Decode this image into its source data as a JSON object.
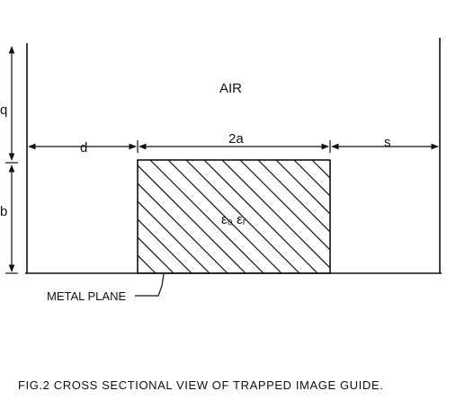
{
  "diagram": {
    "region_label": "AIR",
    "dielectric_label": "ε₀ εᵣ",
    "dim_left_gap": "d",
    "dim_slab_width": "2a",
    "dim_right_gap": "s",
    "dim_top_height": "q",
    "dim_slab_height": "b",
    "ground_label": "METAL PLANE"
  },
  "caption": "FIG.2 CROSS SECTIONAL VIEW OF TRAPPED IMAGE GUIDE.",
  "colors": {
    "ink": "#111111",
    "paper": "#ffffff"
  }
}
